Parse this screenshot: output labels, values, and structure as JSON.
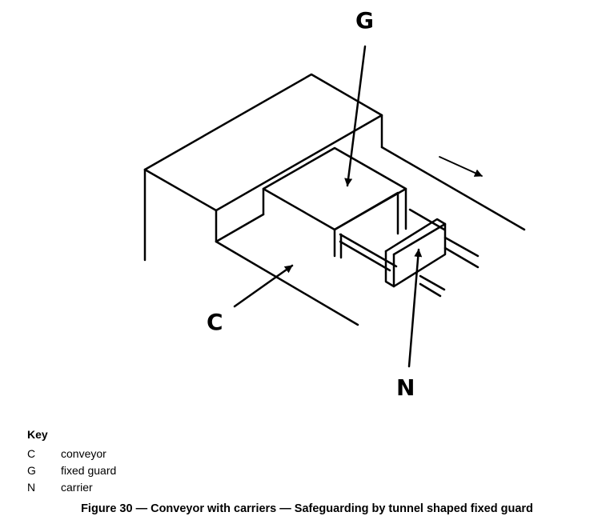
{
  "callouts": {
    "guard": "G",
    "conveyor": "C",
    "carrier": "N"
  },
  "key": {
    "heading": "Key",
    "items": [
      {
        "code": "C",
        "description": "conveyor"
      },
      {
        "code": "G",
        "description": "fixed guard"
      },
      {
        "code": "N",
        "description": "carrier"
      }
    ]
  },
  "caption": "Figure 30 — Conveyor with carriers — Safeguarding by tunnel shaped fixed guard",
  "colors": {
    "stroke": "#000000",
    "background": "#ffffff"
  }
}
